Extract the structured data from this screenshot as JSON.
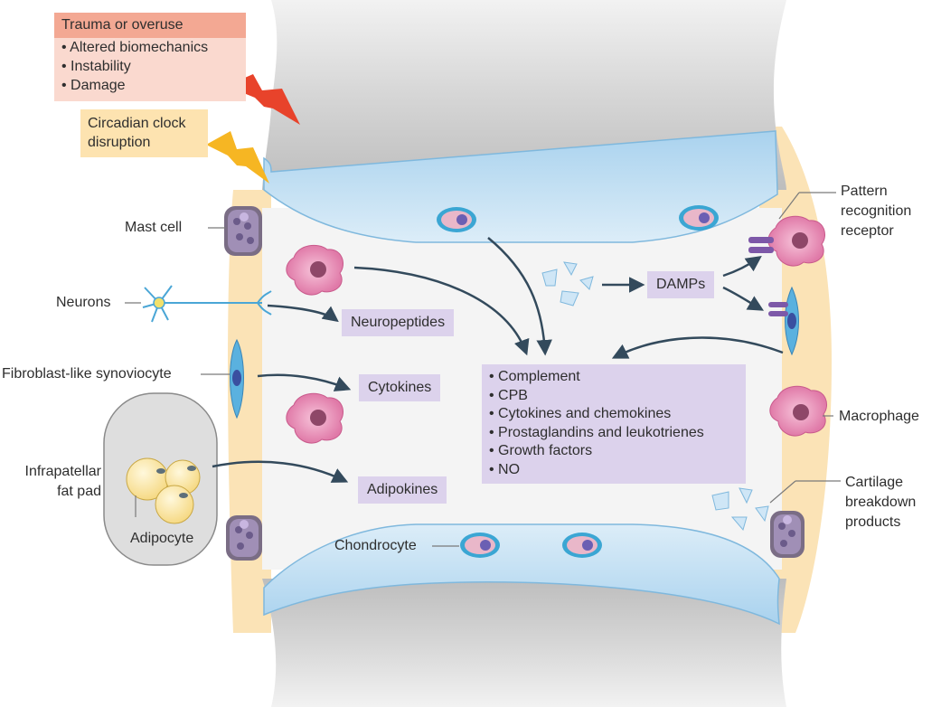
{
  "trauma": {
    "title": "Trauma or overuse",
    "items": [
      "• Altered biomechanics",
      "• Instability",
      "• Damage"
    ]
  },
  "circadian": {
    "line1": "Circadian clock",
    "line2": "disruption"
  },
  "labels": {
    "mast_cell": "Mast cell",
    "neurons": "Neurons",
    "fibroblast": "Fibroblast-like synoviocyte",
    "infrapatellar_line1": "Infrapatellar",
    "infrapatellar_line2": "fat pad",
    "adipocyte": "Adipocyte",
    "chondrocyte": "Chondrocyte",
    "pattern_line1": "Pattern",
    "pattern_line2": "recognition",
    "pattern_line3": "receptor",
    "macrophage": "Macrophage",
    "cartilage_line1": "Cartilage",
    "cartilage_line2": "breakdown",
    "cartilage_line3": "products"
  },
  "pills": {
    "neuropeptides": "Neuropeptides",
    "cytokines": "Cytokines",
    "adipokines": "Adipokines",
    "damps": "DAMPs"
  },
  "mediators": [
    "• Complement",
    "• CPB",
    "• Cytokines and chemokines",
    "• Prostaglandins and leukotrienes",
    "• Growth factors",
    "• NO"
  ],
  "colors": {
    "bone": "#c9c9c9",
    "cartilage": "#bfdcf0",
    "synovium": "#fbe3b6",
    "fluid": "#f3f3f3",
    "cell_pink": "#e58fb4",
    "mediator_box": "#dcd2ec",
    "arrow": "#334a5c"
  }
}
